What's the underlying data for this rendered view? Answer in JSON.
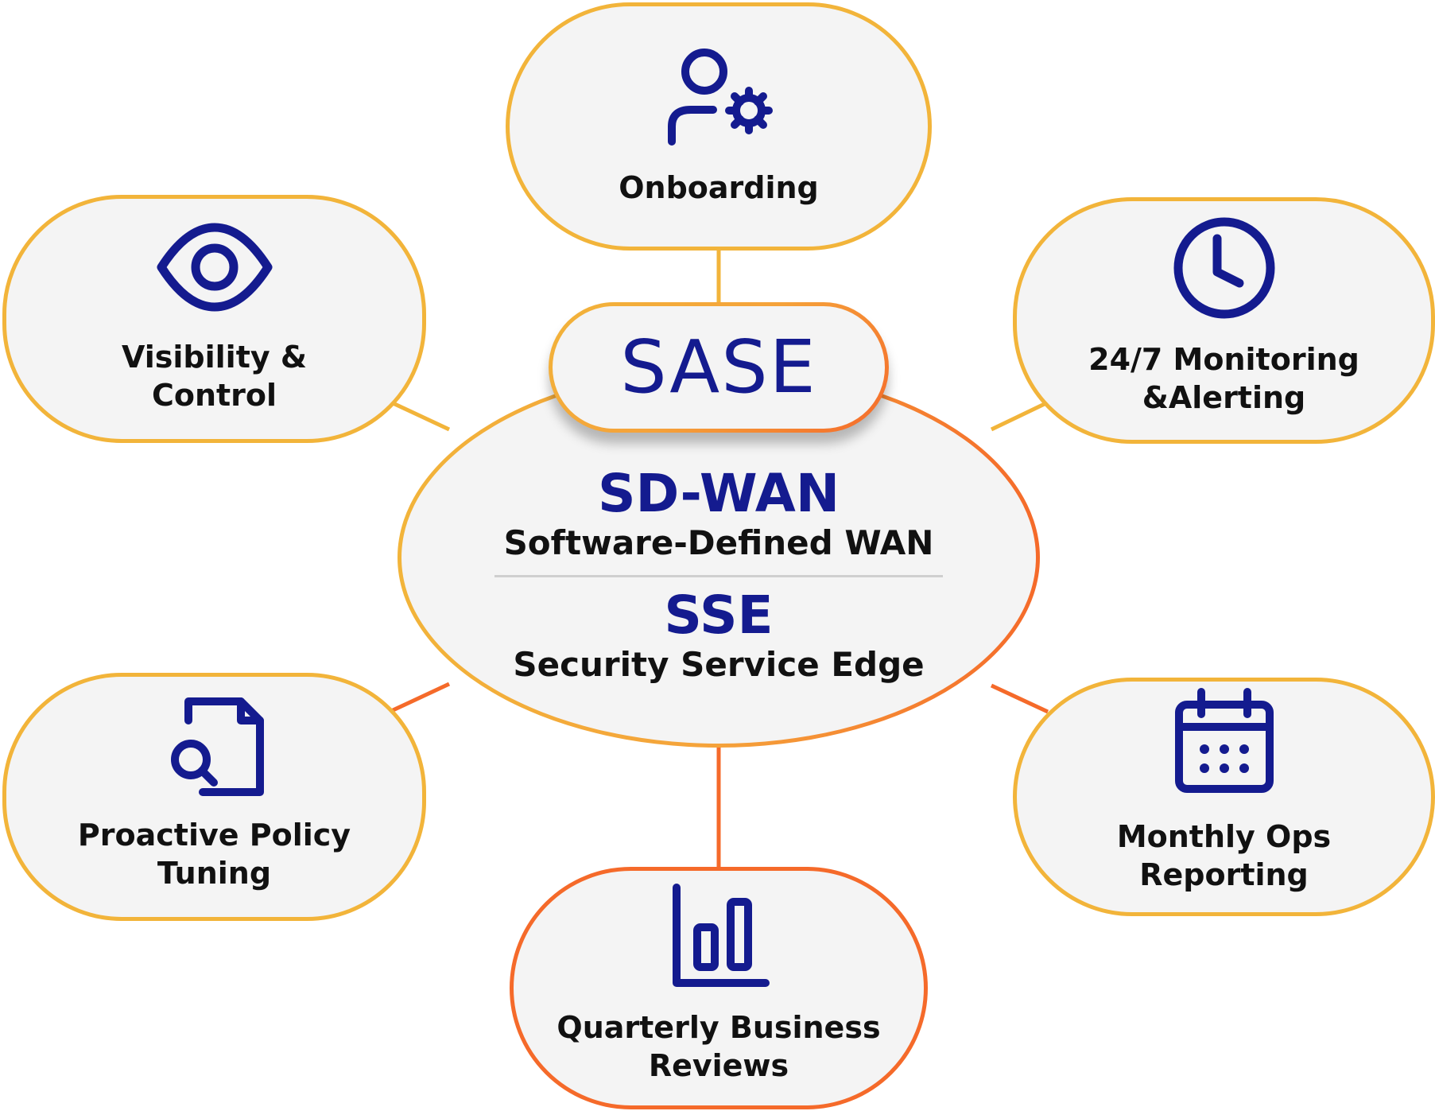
{
  "colors": {
    "icon": "#141b8f",
    "border_yellow": "#f2b43a",
    "border_orange": "#f56a2a",
    "fill": "#f4f4f4",
    "connector_yellow": "#f2b43a",
    "connector_orange": "#f56a2a"
  },
  "center": {
    "badge": "SASE",
    "sdwan_title": "SD-WAN",
    "sdwan_subtitle": "Software-Defined WAN",
    "sse_title": "SSE",
    "sse_subtitle": "Security Service Edge"
  },
  "nodes": {
    "onboarding": {
      "icon": "user-gear-icon",
      "lines": [
        "Onboarding"
      ]
    },
    "visibility": {
      "icon": "eye-icon",
      "lines": [
        "Visibility &",
        "Control"
      ]
    },
    "monitoring": {
      "icon": "clock-icon",
      "lines": [
        "24/7 Monitoring",
        "&Alerting"
      ]
    },
    "policy": {
      "icon": "document-search-icon",
      "lines": [
        "Proactive Policy",
        "Tuning"
      ]
    },
    "reporting": {
      "icon": "calendar-icon",
      "lines": [
        "Monthly Ops",
        "Reporting"
      ]
    },
    "reviews": {
      "icon": "bar-chart-icon",
      "lines": [
        "Quarterly Business",
        "Reviews"
      ]
    }
  }
}
